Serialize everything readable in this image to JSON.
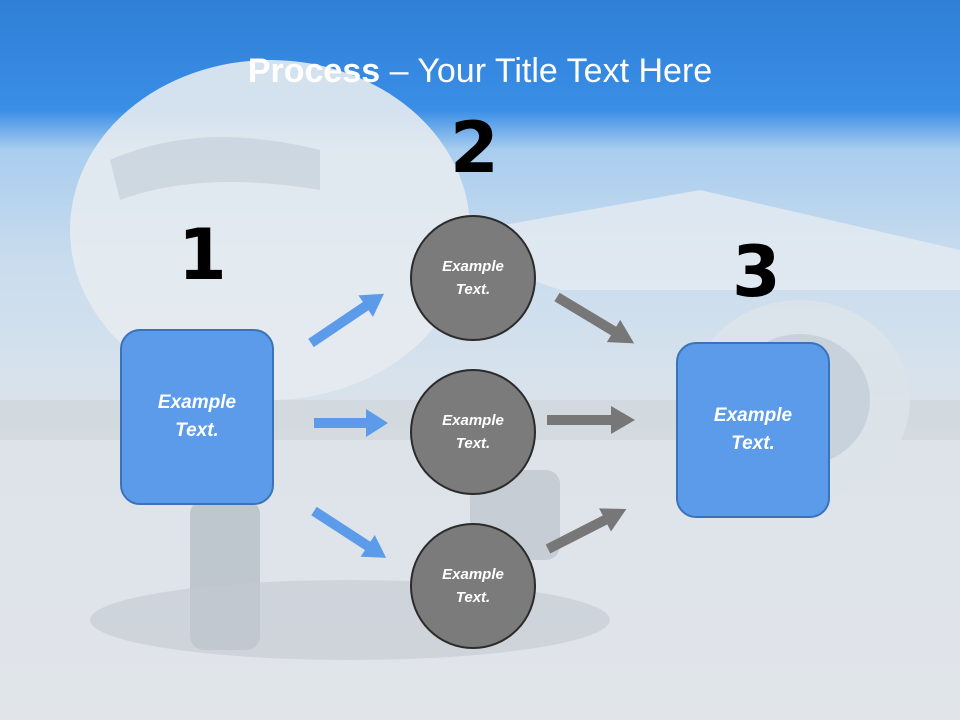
{
  "title": {
    "bold": "Process",
    "dash": " – ",
    "rest": "Your Title Text Here"
  },
  "steps": {
    "one": "1",
    "two": "2",
    "three": "3"
  },
  "left_box": {
    "text": "Example\nText."
  },
  "right_box": {
    "text": "Example\nText."
  },
  "circles": [
    {
      "text": "Example\nText."
    },
    {
      "text": "Example\nText."
    },
    {
      "text": "Example\nText."
    }
  ],
  "colors": {
    "header": "#3a8ee6",
    "box_fill": "#5b9bea",
    "circle_fill": "#7b7b7b",
    "blue_arrow": "#5b9bea",
    "gray_arrow": "#777777"
  }
}
